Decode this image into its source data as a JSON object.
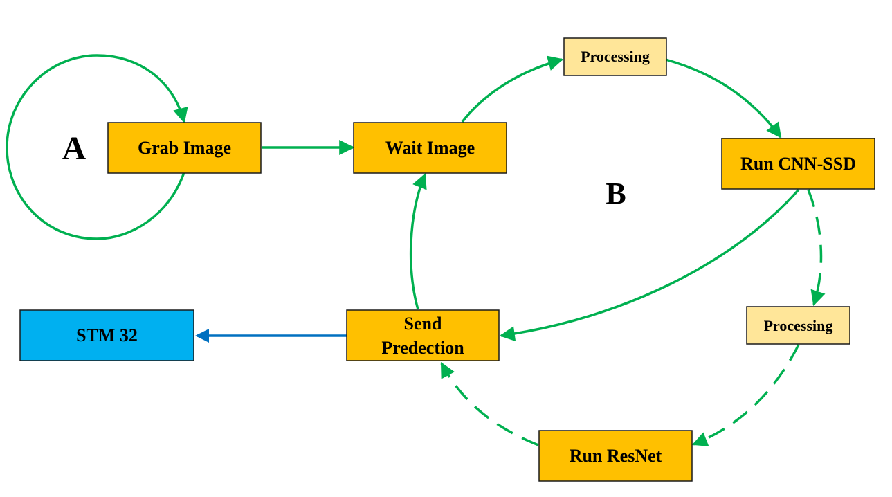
{
  "diagram": {
    "labels": {
      "region_a": "A",
      "region_b": "B"
    },
    "nodes": {
      "grab_image": "Grab Image",
      "wait_image": "Wait Image",
      "processing_top": "Processing",
      "run_cnn_ssd": "Run CNN-SSD",
      "processing_right": "Processing",
      "run_resnet": "Run ResNet",
      "send_prediction_line1": "Send",
      "send_prediction_line2": "Predection",
      "stm32": "STM 32"
    },
    "colors": {
      "process_fill": "#FFC000",
      "processing_fill": "#FFE699",
      "mcu_fill": "#00B0F0",
      "flow_arrow": "#00B050",
      "output_arrow": "#0070C0"
    }
  }
}
